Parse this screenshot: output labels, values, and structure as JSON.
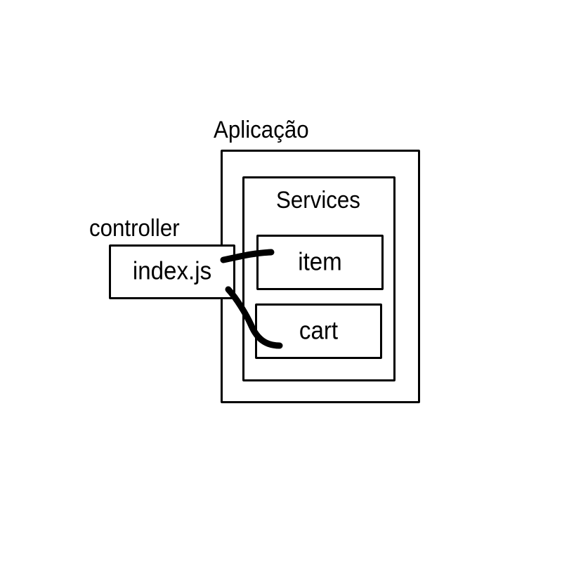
{
  "application": {
    "title": "Aplicação"
  },
  "services": {
    "title": "Services",
    "items": [
      {
        "label": "item"
      },
      {
        "label": "cart"
      }
    ]
  },
  "controller": {
    "title": "controller",
    "file_label": "index.js"
  },
  "colors": {
    "stroke": "#000000",
    "background": "#ffffff"
  }
}
